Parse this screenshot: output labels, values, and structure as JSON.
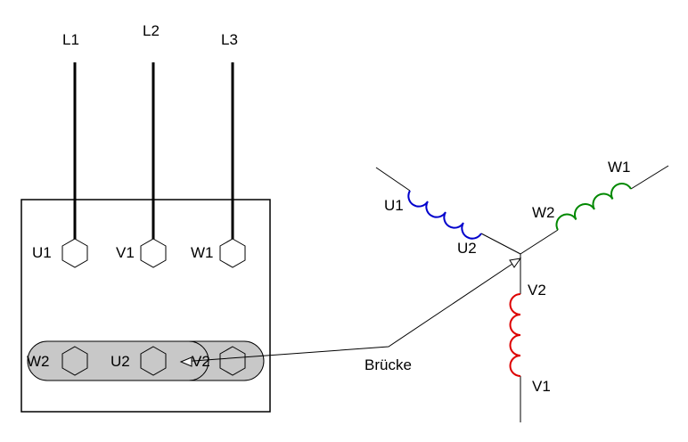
{
  "lines": {
    "l1": "L1",
    "l2": "L2",
    "l3": "L3"
  },
  "terminals": {
    "top": [
      "U1",
      "V1",
      "W1"
    ],
    "bottom": [
      "W2",
      "U2",
      "V2"
    ]
  },
  "star": {
    "u1": "U1",
    "u2": "U2",
    "v1": "V1",
    "v2": "V2",
    "w1": "W1",
    "w2": "W2"
  },
  "bridge_label": "Brücke",
  "colors": {
    "u_winding": "#0000cc",
    "v_winding": "#dd0000",
    "w_winding": "#008800",
    "bridge_fill": "#c8c8c8"
  }
}
